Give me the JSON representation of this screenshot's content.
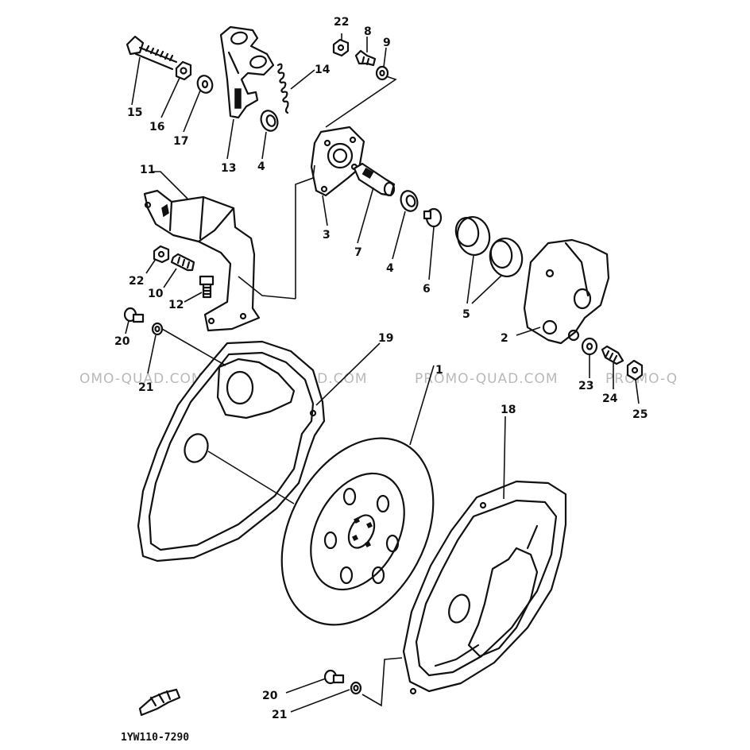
{
  "diagram": {
    "drawing_code": "1YW110-7290",
    "watermark_segments": [
      "OMO-QUAD.COM",
      "PROMO-QUAD.COM",
      "PROMO-QUAD.COM",
      "PROMO-Q"
    ],
    "callouts": {
      "c1": "1",
      "c2": "2",
      "c3": "3",
      "c4a": "4",
      "c4b": "4",
      "c5": "5",
      "c6": "6",
      "c7": "7",
      "c8": "8",
      "c9": "9",
      "c10": "10",
      "c11": "11",
      "c12": "12",
      "c13": "13",
      "c14": "14",
      "c15": "15",
      "c16": "16",
      "c17": "17",
      "c18": "18",
      "c19": "19",
      "c20a": "20",
      "c20b": "20",
      "c21a": "21",
      "c21b": "21",
      "c22a": "22",
      "c22b": "22",
      "c23": "23",
      "c24": "24",
      "c25": "25"
    },
    "colors": {
      "ink": "#111111",
      "watermark": "#b9b9b9",
      "paper": "#ffffff"
    }
  }
}
